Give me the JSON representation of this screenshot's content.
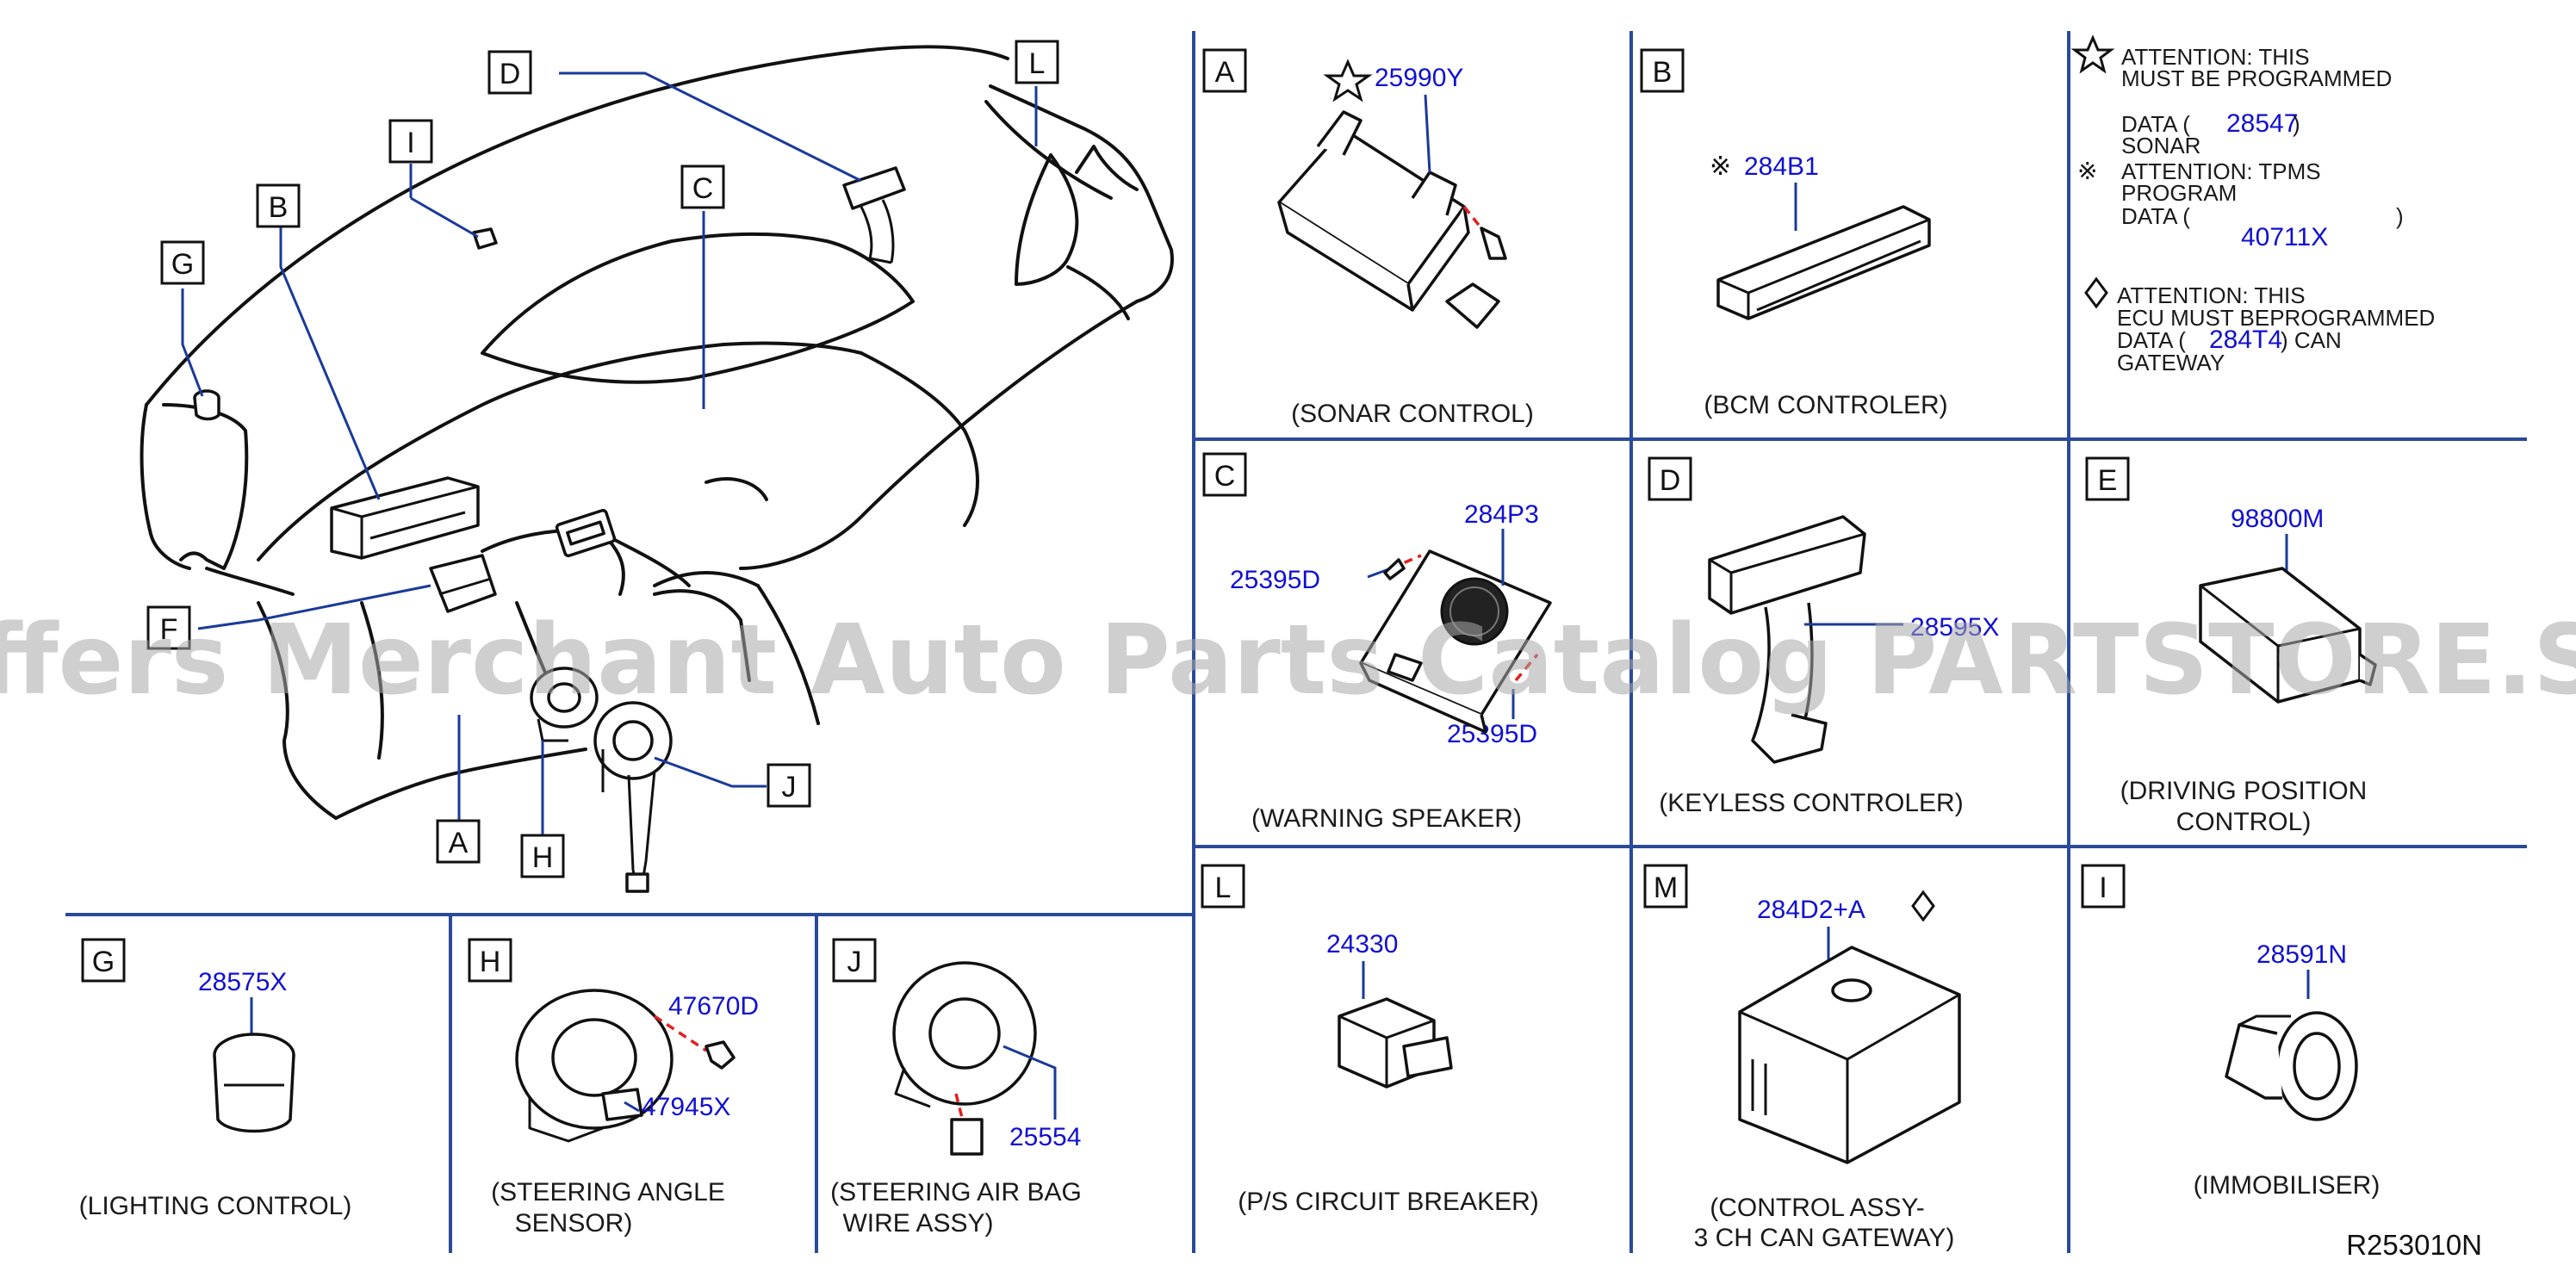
{
  "watermark": "Offers Merchant Auto Parts Catalog PARTSTORE.SA",
  "diagram_code": "R253010N",
  "main_view": {
    "callouts": [
      "D",
      "L",
      "I",
      "C",
      "B",
      "G",
      "F",
      "A",
      "H",
      "J"
    ]
  },
  "notes": {
    "star_line1": "ATTENTION:   THIS",
    "star_line2": "MUST   BE PROGRAMMED",
    "data_label": "DATA   (",
    "data_close": ")",
    "star_data_pn": "28547",
    "sonar": "SONAR",
    "tpms_line1": "ATTENTION:   TPMS",
    "tpms_line2": "PROGRAM",
    "tpms_data": "DATA    (",
    "tpms_close": ")",
    "tpms_pn": "40711X",
    "dia_line1": "ATTENTION:  THIS",
    "dia_line2": "ECU   MUST BEPROGRAMMED",
    "dia_line3a": "DATA (",
    "dia_pn": "284T4",
    "dia_line3b": ")    CAN",
    "dia_line4": "GATEWAY"
  },
  "panels": [
    {
      "key": "A",
      "caption": [
        "(SONAR    CONTROL)"
      ],
      "parts": [
        "25990Y"
      ]
    },
    {
      "key": "B",
      "caption": [
        "(BCM    CONTROLER)"
      ],
      "parts": [
        "284B1"
      ]
    },
    {
      "key": "C",
      "caption": [
        "(WARNING    SPEAKER)"
      ],
      "parts": [
        "284P3",
        "25395D",
        "25395D"
      ]
    },
    {
      "key": "D",
      "caption": [
        "(KEYLESS    CONTROLER)"
      ],
      "parts": [
        "28595X"
      ]
    },
    {
      "key": "E",
      "caption": [
        "(DRIVING    POSITION",
        "CONTROL)"
      ],
      "parts": [
        "98800M"
      ]
    },
    {
      "key": "G",
      "caption": [
        "(LIGHTING    CONTROL)"
      ],
      "parts": [
        "28575X"
      ]
    },
    {
      "key": "H",
      "caption": [
        "(STEERING    ANGLE",
        "SENSOR)"
      ],
      "parts": [
        "47670D",
        "47945X"
      ]
    },
    {
      "key": "J",
      "caption": [
        "(STEERING    AIR  BAG",
        "WIRE    ASSY)"
      ],
      "parts": [
        "25554"
      ]
    },
    {
      "key": "L",
      "caption": [
        "(P/S    CIRCUIT    BREAKER)"
      ],
      "parts": [
        "24330"
      ]
    },
    {
      "key": "M",
      "caption": [
        "(CONTROL  ASSY-",
        "3   CH   CAN   GATEWAY)"
      ],
      "parts": [
        "284D2+A"
      ]
    },
    {
      "key": "I",
      "caption": [
        "(IMMOBILISER)"
      ],
      "parts": [
        "28591N"
      ]
    }
  ]
}
